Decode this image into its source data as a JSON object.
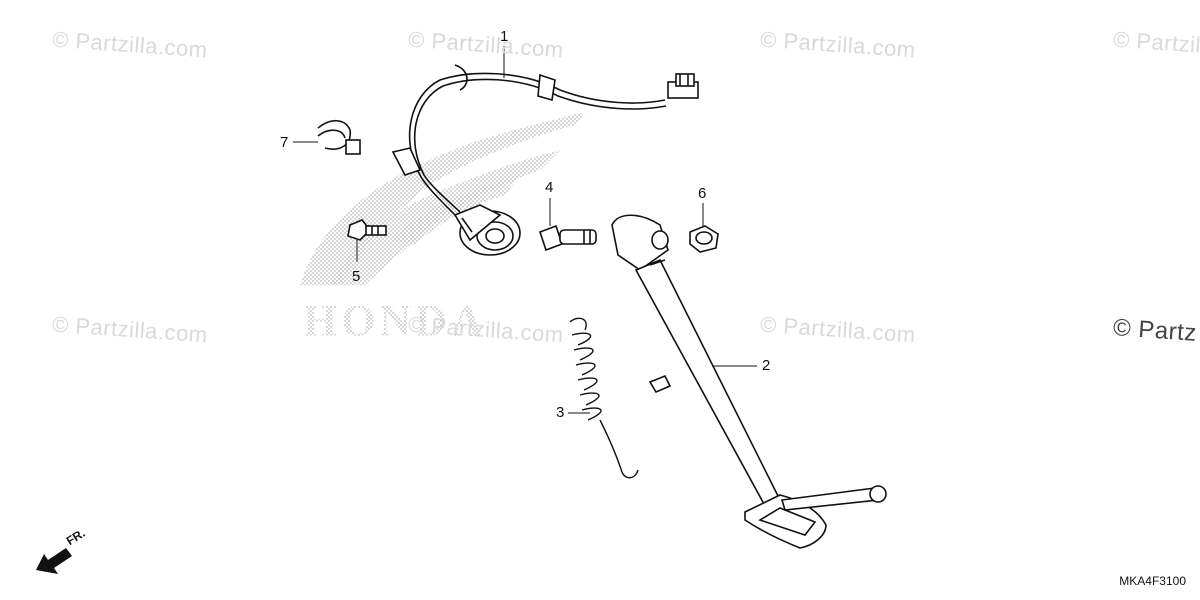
{
  "watermark": {
    "text": "© Partzilla.com",
    "text_cut": "© Partz",
    "text_cut2": "© Partzilla.com"
  },
  "logo_text": "HONDA",
  "diagram_code": "MKA4F3100",
  "direction_label": "FR.",
  "callouts": [
    {
      "num": "1",
      "part": "side-stand-switch-harness"
    },
    {
      "num": "2",
      "part": "side-stand"
    },
    {
      "num": "3",
      "part": "side-stand-spring"
    },
    {
      "num": "4",
      "part": "pivot-bolt"
    },
    {
      "num": "5",
      "part": "flange-bolt"
    },
    {
      "num": "6",
      "part": "lock-nut"
    },
    {
      "num": "7",
      "part": "wire-band"
    }
  ]
}
